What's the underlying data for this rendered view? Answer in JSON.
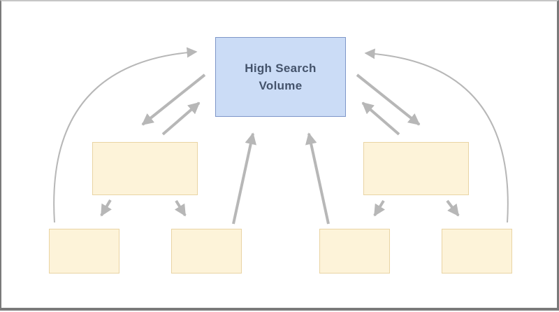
{
  "colors": {
    "center-fill": "#cbdcf6",
    "center-border": "#7e96c8",
    "center-text": "#44536b",
    "node-fill": "#fdf3d9",
    "node-border": "#e9d4a4",
    "arrow": "#b7b7b7",
    "frame-border": "#7a7a7a",
    "frame-top": "#c6c6c6"
  },
  "diagram": {
    "center": {
      "id": "high-search-volume",
      "label": "High Search Volume"
    },
    "nodes": [
      {
        "id": "mid-left",
        "label": ""
      },
      {
        "id": "mid-right",
        "label": ""
      },
      {
        "id": "bottom-1",
        "label": ""
      },
      {
        "id": "bottom-2",
        "label": ""
      },
      {
        "id": "bottom-3",
        "label": ""
      },
      {
        "id": "bottom-4",
        "label": ""
      }
    ],
    "edges": [
      {
        "from": "center",
        "to": "mid-left",
        "style": "straight"
      },
      {
        "from": "mid-left",
        "to": "center",
        "style": "straight"
      },
      {
        "from": "center",
        "to": "mid-right",
        "style": "straight"
      },
      {
        "from": "mid-right",
        "to": "center",
        "style": "straight"
      },
      {
        "from": "bottom-2",
        "to": "center",
        "style": "straight"
      },
      {
        "from": "bottom-3",
        "to": "center",
        "style": "straight"
      },
      {
        "from": "mid-left",
        "to": "bottom-1",
        "style": "straight"
      },
      {
        "from": "mid-left",
        "to": "bottom-2",
        "style": "straight"
      },
      {
        "from": "mid-right",
        "to": "bottom-3",
        "style": "straight"
      },
      {
        "from": "mid-right",
        "to": "bottom-4",
        "style": "straight"
      },
      {
        "from": "bottom-1",
        "to": "center",
        "style": "curved"
      },
      {
        "from": "bottom-4",
        "to": "center",
        "style": "curved"
      }
    ]
  }
}
